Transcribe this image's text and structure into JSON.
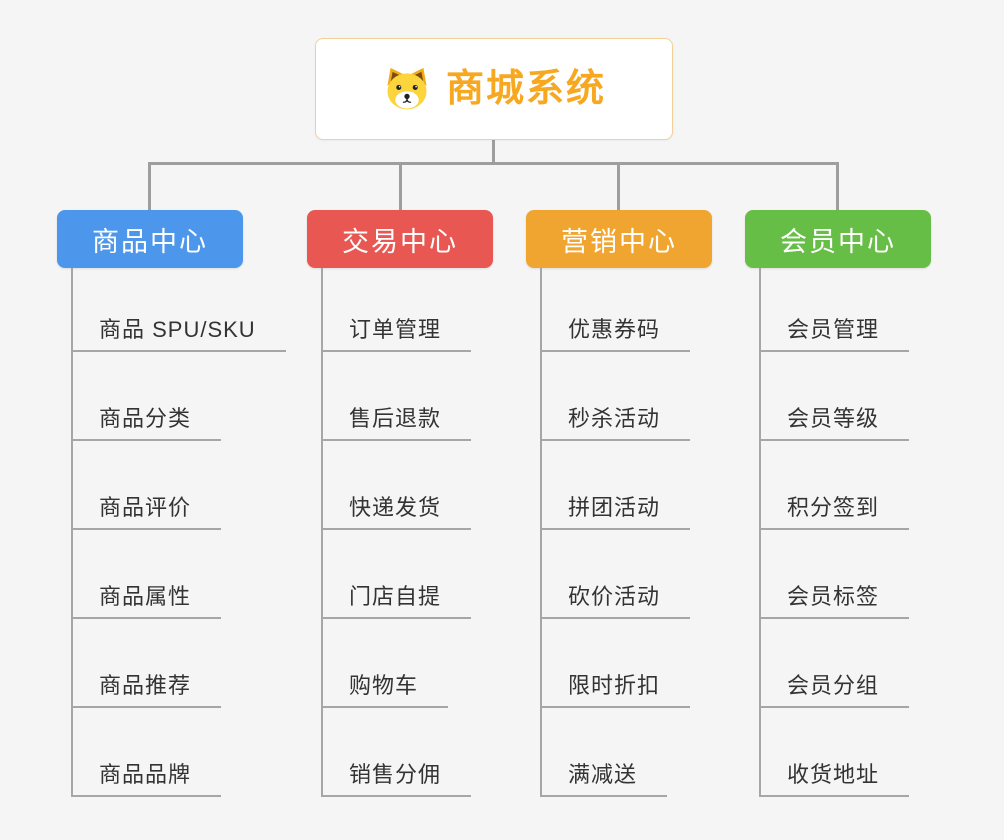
{
  "root": {
    "label": "商城系统",
    "icon": "dog-face-icon",
    "accent_color": "#f7a821"
  },
  "branches": [
    {
      "label": "商品中心",
      "color": "#4c96ec",
      "children": [
        "商品 SPU/SKU",
        "商品分类",
        "商品评价",
        "商品属性",
        "商品推荐",
        "商品品牌"
      ]
    },
    {
      "label": "交易中心",
      "color": "#e95752",
      "children": [
        "订单管理",
        "售后退款",
        "快递发货",
        "门店自提",
        "购物车",
        "销售分佣"
      ]
    },
    {
      "label": "营销中心",
      "color": "#f0a530",
      "children": [
        "优惠券码",
        "秒杀活动",
        "拼团活动",
        "砍价活动",
        "限时折扣",
        "满减送"
      ]
    },
    {
      "label": "会员中心",
      "color": "#67be46",
      "children": [
        "会员管理",
        "会员等级",
        "积分签到",
        "会员标签",
        "会员分组",
        "收货地址"
      ]
    }
  ]
}
